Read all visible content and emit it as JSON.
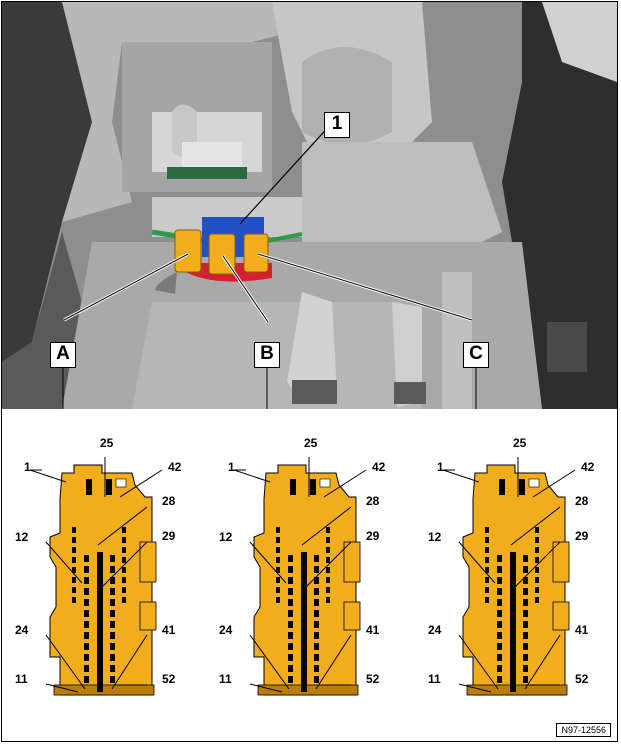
{
  "callouts": {
    "item_1": "1",
    "a": "A",
    "b": "B",
    "c": "C"
  },
  "connectors": [
    {
      "id": "A",
      "pins": {
        "p1": "1",
        "p25": "25",
        "p42": "42",
        "p28": "28",
        "p12": "12",
        "p29": "29",
        "p24": "24",
        "p41": "41",
        "p11": "11",
        "p52": "52"
      }
    },
    {
      "id": "B",
      "pins": {
        "p1": "1",
        "p25": "25",
        "p42": "42",
        "p28": "28",
        "p12": "12",
        "p29": "29",
        "p24": "24",
        "p41": "41",
        "p11": "11",
        "p52": "52"
      }
    },
    {
      "id": "C",
      "pins": {
        "p1": "1",
        "p25": "25",
        "p42": "42",
        "p28": "28",
        "p12": "12",
        "p29": "29",
        "p24": "24",
        "p41": "41",
        "p11": "11",
        "p52": "52"
      }
    }
  ],
  "doc_id": "N97-12556",
  "colors": {
    "connector": "#f2ad1c",
    "connector_dark": "#b97d08",
    "blue_part": "#2250c8",
    "red_part": "#d42030",
    "green_wire": "#2e9a48",
    "photo_gray": "#9a9a9a"
  }
}
